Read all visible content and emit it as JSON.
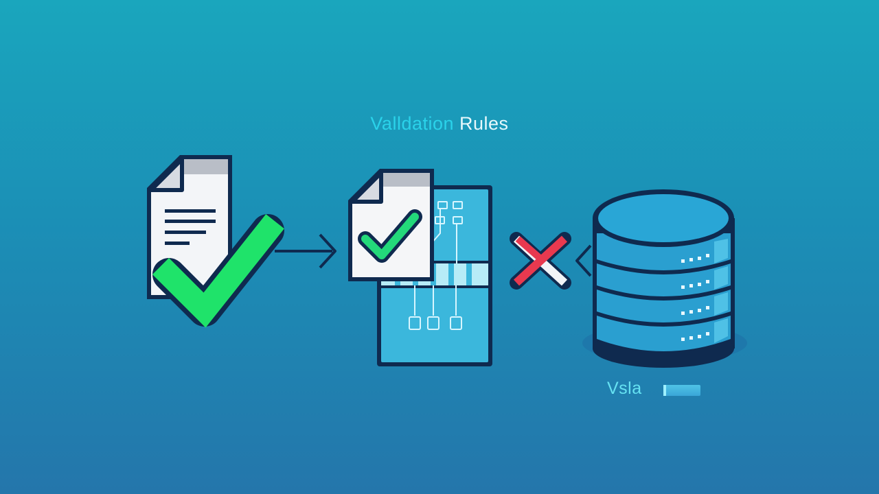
{
  "title": {
    "part1": "Valldation",
    "part2": "Rules"
  },
  "caption": {
    "text": "Vsla"
  },
  "icons": [
    "document-check-icon",
    "right-arrow-icon",
    "validation-rules-panel-icon",
    "red-x-icon",
    "left-chevron-icon",
    "database-icon"
  ],
  "colors": {
    "background_top": "#1aa6bd",
    "background_bottom": "#2476ab",
    "outline": "#0f2a4f",
    "check_green": "#1fe36a",
    "x_red": "#e8394f",
    "panel_blue": "#3bb7dc",
    "database_blue": "#2a9fd0"
  }
}
